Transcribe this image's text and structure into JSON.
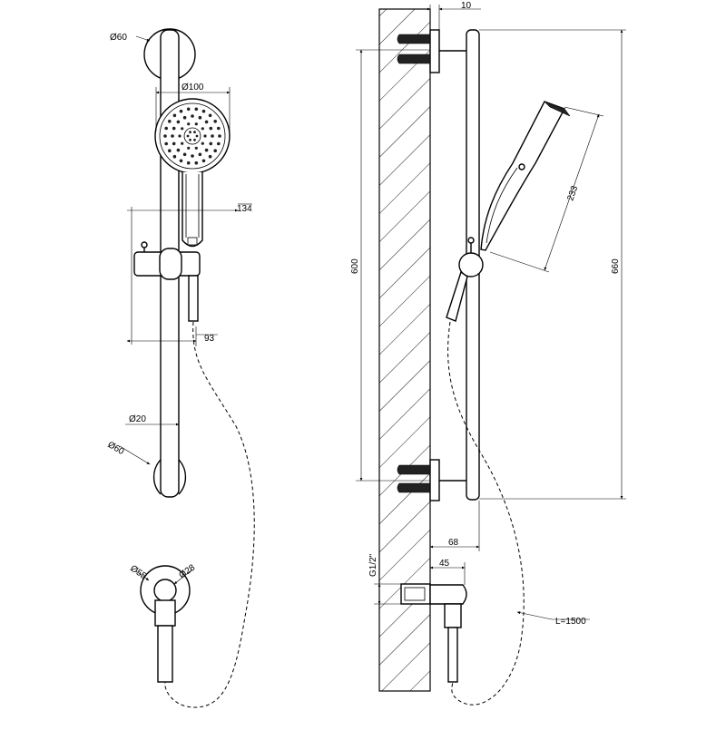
{
  "labels": {
    "dim_dia60_top": "Ø60",
    "dim_dia100": "Ø100",
    "dim_134": "134",
    "dim_93": "93",
    "dim_dia20": "Ø20",
    "dim_dia60_bottom": "Ø60",
    "dim_dia55": "Ø55",
    "dim_dia28": "Ø28",
    "dim_10": "10",
    "dim_233": "233",
    "dim_600": "600",
    "dim_660": "660",
    "dim_68": "68",
    "dim_45": "45",
    "dim_g12": "G1/2\"",
    "dim_hose_length": "L=1500"
  }
}
